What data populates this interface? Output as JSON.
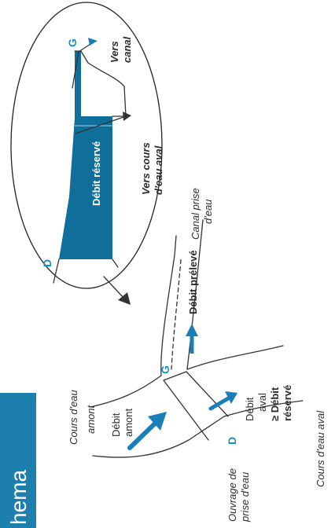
{
  "section_title": "hema",
  "inset": {
    "gate_top": "G",
    "gate_bottom": "D",
    "vers_canal": [
      "Vers",
      "canal"
    ],
    "vers_cours_aval": [
      "Vers cours",
      "d'eau aval"
    ],
    "debit_reserve": "Débit réservé"
  },
  "main": {
    "gate_top": "G",
    "gate_bottom": "D",
    "canal_prise": [
      "Canal prise",
      "d'eau"
    ],
    "debit_preleve": "Débit prélevé",
    "cours_amont": [
      "Cours d'eau",
      "amont"
    ],
    "debit_amont": [
      "Débit",
      "amont"
    ],
    "debit_aval": [
      "Débit",
      "aval",
      "≥ Débit",
      "réservé"
    ],
    "ouvrage": [
      "Ouvrage de",
      "prise d'eau"
    ],
    "cours_aval": "Cours d'eau aval"
  },
  "colors": {
    "accent": "#1a7fb6",
    "gate_label": "#1e8fc4",
    "banner": "#1c7fae"
  }
}
